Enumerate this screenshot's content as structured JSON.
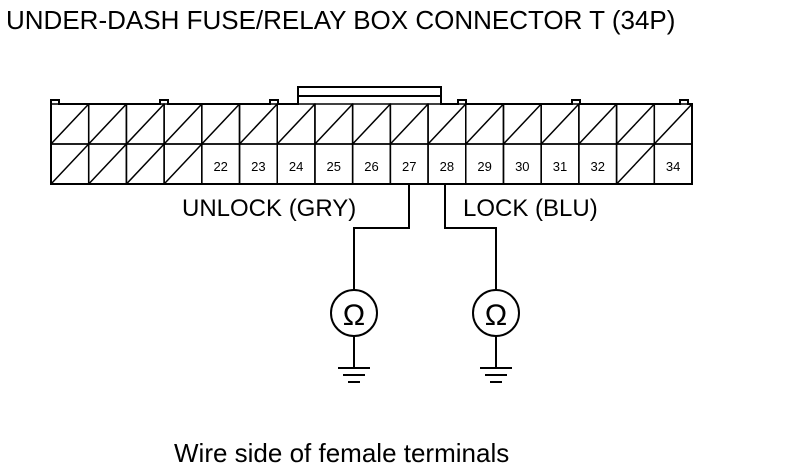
{
  "title": "UNDER-DASH FUSE/RELAY BOX CONNECTOR T (34P)",
  "connector": {
    "columns": 17,
    "top_row": [
      {
        "label": ""
      },
      {
        "label": ""
      },
      {
        "label": ""
      },
      {
        "label": ""
      },
      {
        "label": ""
      },
      {
        "label": ""
      },
      {
        "label": ""
      },
      {
        "label": ""
      },
      {
        "label": ""
      },
      {
        "label": ""
      },
      {
        "label": ""
      },
      {
        "label": ""
      },
      {
        "label": ""
      },
      {
        "label": ""
      },
      {
        "label": ""
      },
      {
        "label": ""
      },
      {
        "label": ""
      }
    ],
    "bottom_row": [
      {
        "label": ""
      },
      {
        "label": ""
      },
      {
        "label": ""
      },
      {
        "label": ""
      },
      {
        "label": "22"
      },
      {
        "label": "23"
      },
      {
        "label": "24"
      },
      {
        "label": "25"
      },
      {
        "label": "26"
      },
      {
        "label": "27"
      },
      {
        "label": "28"
      },
      {
        "label": "29"
      },
      {
        "label": "30"
      },
      {
        "label": "31"
      },
      {
        "label": "32"
      },
      {
        "label": ""
      },
      {
        "label": "34"
      }
    ]
  },
  "wires": {
    "unlock_label": "UNLOCK (GRY)",
    "lock_label": "LOCK (BLU)"
  },
  "meters": {
    "unlock_symbol": "Ω",
    "lock_symbol": "Ω"
  },
  "caption": "Wire side of female terminals",
  "colors": {
    "ink": "#000000",
    "background": "#ffffff"
  }
}
